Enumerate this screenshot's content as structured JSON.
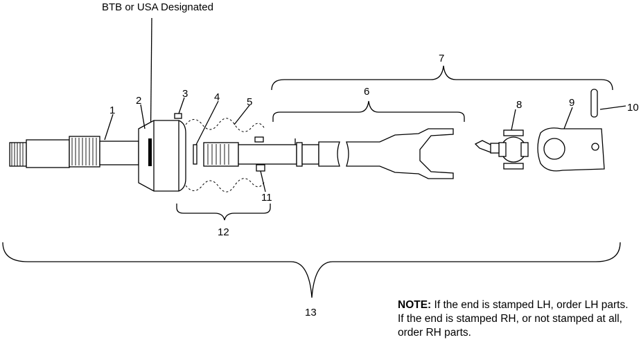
{
  "designation_label": "BTB or USA Designated",
  "callouts": {
    "c1": "1",
    "c2": "2",
    "c3": "3",
    "c4": "4",
    "c5": "5",
    "c6": "6",
    "c7": "7",
    "c8": "8",
    "c9": "9",
    "c10": "10",
    "c11": "11",
    "c12": "12",
    "c13": "13"
  },
  "note": {
    "heading": "NOTE:",
    "text": "If the end is stamped LH, order LH parts.  If the end is stamped RH, or not stamped at all, order RH parts."
  }
}
